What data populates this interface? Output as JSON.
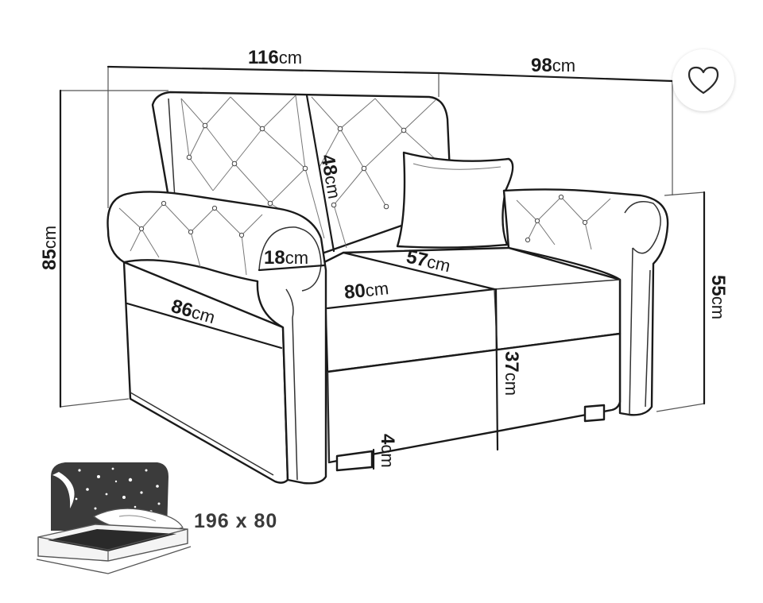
{
  "dimensions": {
    "width_total": {
      "value": "116",
      "unit": "cm"
    },
    "depth_total": {
      "value": "98",
      "unit": "cm"
    },
    "height_total": {
      "value": "85",
      "unit": "cm"
    },
    "backrest_height": {
      "value": "48",
      "unit": "cm"
    },
    "armrest_width": {
      "value": "18",
      "unit": "cm"
    },
    "seat_depth": {
      "value": "57",
      "unit": "cm"
    },
    "seat_width": {
      "value": "80",
      "unit": "cm"
    },
    "side_depth": {
      "value": "86",
      "unit": "cm"
    },
    "seat_height": {
      "value": "37",
      "unit": "cm"
    },
    "arm_height": {
      "value": "55",
      "unit": "cm"
    },
    "leg_height": {
      "value": "4",
      "unit": "cm"
    }
  },
  "bed": {
    "size_label": "196 x 80"
  },
  "icons": {
    "favorite": "heart-icon",
    "bed_preview": "bed-starry-night-icon"
  }
}
